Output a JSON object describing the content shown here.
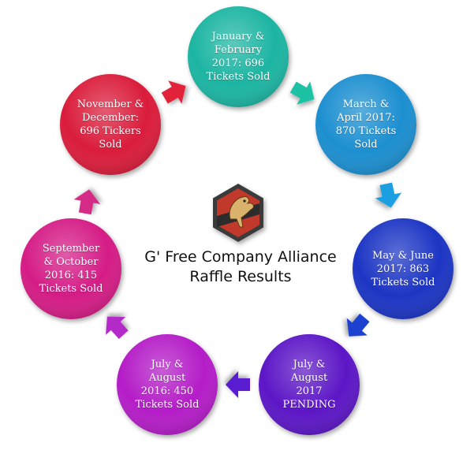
{
  "title": {
    "line1": "G' Free Company Alliance",
    "line2": "Raffle Results"
  },
  "logo": {
    "icon": "chocobo-emblem-icon",
    "colors": [
      "#3a3a3a",
      "#c0392b",
      "#d9b36c"
    ]
  },
  "nodes": [
    {
      "id": "jan-feb-2017",
      "text": "January &\nFebruary\n2017:  696\nTickets Sold",
      "color": "#1bb5a2"
    },
    {
      "id": "mar-apr-2017",
      "text": "March &\nApril 2017:\n870 Tickets\nSold",
      "color": "#1a8fd0"
    },
    {
      "id": "may-jun-2017",
      "text": "May & June\n2017: 863\nTickets Sold",
      "color": "#1f36c4"
    },
    {
      "id": "jul-aug-2017",
      "text": "July &\nAugust\n2017\nPENDING",
      "color": "#5b12c6"
    },
    {
      "id": "jul-aug-2016",
      "text": "July &\nAugust\n2016: 450\nTickets Sold",
      "color": "#b41cc7"
    },
    {
      "id": "sep-oct-2016",
      "text": "September\n& October\n2016: 415\nTickets Sold",
      "color": "#d51b86"
    },
    {
      "id": "nov-dec",
      "text": "November &\nDecember:\n696 Tickers\nSold",
      "color": "#da1d3a"
    }
  ],
  "arrow_colors": [
    "#1bc2a3",
    "#1a9fe0",
    "#1f40d0",
    "#5a1ed0",
    "#b42ac8",
    "#d52a86",
    "#e2233a"
  ]
}
